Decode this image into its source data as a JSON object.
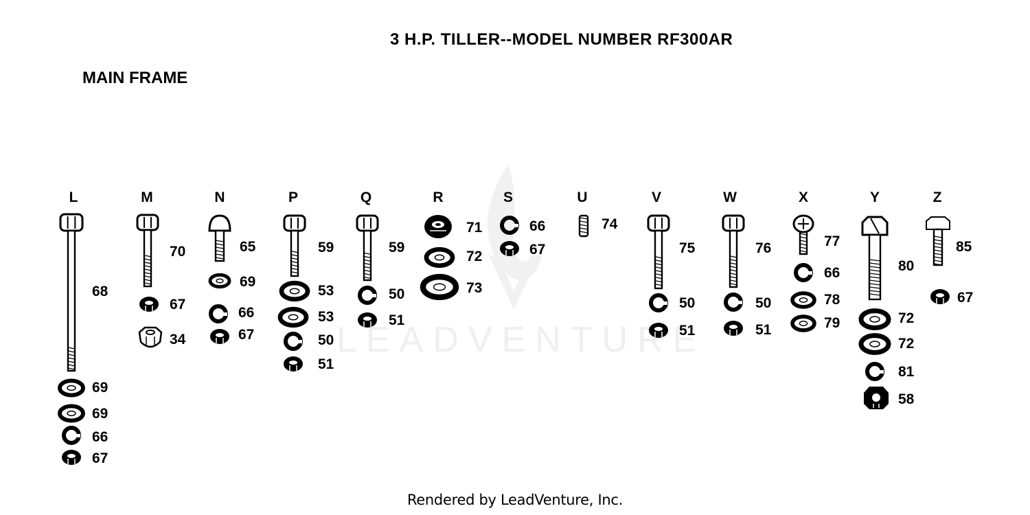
{
  "title": "3 H.P. TILLER--MODEL NUMBER RF300AR",
  "section": "MAIN FRAME",
  "watermark": "LEADVENTURE",
  "footer": "Rendered by LeadVenture, Inc.",
  "groups": [
    {
      "letter": "L",
      "parts": [
        {
          "id": "68",
          "kind": "long-bolt"
        },
        {
          "id": "69",
          "kind": "flat-washer"
        },
        {
          "id": "69",
          "kind": "flat-washer"
        },
        {
          "id": "66",
          "kind": "lock-washer"
        },
        {
          "id": "67",
          "kind": "hex-nut"
        }
      ]
    },
    {
      "letter": "M",
      "parts": [
        {
          "id": "70",
          "kind": "bolt"
        },
        {
          "id": "67",
          "kind": "hex-nut"
        },
        {
          "id": "34",
          "kind": "cap-nut"
        }
      ]
    },
    {
      "letter": "N",
      "parts": [
        {
          "id": "65",
          "kind": "carriage-bolt"
        },
        {
          "id": "69",
          "kind": "flat-washer"
        },
        {
          "id": "66",
          "kind": "lock-washer"
        },
        {
          "id": "67",
          "kind": "hex-nut"
        }
      ]
    },
    {
      "letter": "P",
      "parts": [
        {
          "id": "59",
          "kind": "bolt"
        },
        {
          "id": "53",
          "kind": "flat-washer"
        },
        {
          "id": "53",
          "kind": "flat-washer"
        },
        {
          "id": "50",
          "kind": "lock-washer"
        },
        {
          "id": "51",
          "kind": "hex-nut"
        }
      ]
    },
    {
      "letter": "Q",
      "parts": [
        {
          "id": "59",
          "kind": "bolt"
        },
        {
          "id": "50",
          "kind": "lock-washer"
        },
        {
          "id": "51",
          "kind": "hex-nut"
        }
      ]
    },
    {
      "letter": "R",
      "parts": [
        {
          "id": "71",
          "kind": "flange-nut"
        },
        {
          "id": "72",
          "kind": "flat-washer"
        },
        {
          "id": "73",
          "kind": "flat-washer"
        }
      ]
    },
    {
      "letter": "S",
      "parts": [
        {
          "id": "66",
          "kind": "lock-washer"
        },
        {
          "id": "67",
          "kind": "hex-nut"
        }
      ]
    },
    {
      "letter": "U",
      "parts": [
        {
          "id": "74",
          "kind": "set-screw"
        }
      ]
    },
    {
      "letter": "V",
      "parts": [
        {
          "id": "75",
          "kind": "bolt"
        },
        {
          "id": "50",
          "kind": "lock-washer"
        },
        {
          "id": "51",
          "kind": "hex-nut"
        }
      ]
    },
    {
      "letter": "W",
      "parts": [
        {
          "id": "76",
          "kind": "bolt"
        },
        {
          "id": "50",
          "kind": "lock-washer"
        },
        {
          "id": "51",
          "kind": "hex-nut"
        }
      ]
    },
    {
      "letter": "X",
      "parts": [
        {
          "id": "77",
          "kind": "screw"
        },
        {
          "id": "66",
          "kind": "lock-washer"
        },
        {
          "id": "78",
          "kind": "flat-washer"
        },
        {
          "id": "79",
          "kind": "flat-washer"
        }
      ]
    },
    {
      "letter": "Y",
      "parts": [
        {
          "id": "80",
          "kind": "large-bolt"
        },
        {
          "id": "72",
          "kind": "flat-washer"
        },
        {
          "id": "72",
          "kind": "flat-washer"
        },
        {
          "id": "81",
          "kind": "lock-washer"
        },
        {
          "id": "58",
          "kind": "large-nut"
        }
      ]
    },
    {
      "letter": "Z",
      "parts": [
        {
          "id": "85",
          "kind": "bolt"
        },
        {
          "id": "67",
          "kind": "hex-nut"
        }
      ]
    }
  ]
}
